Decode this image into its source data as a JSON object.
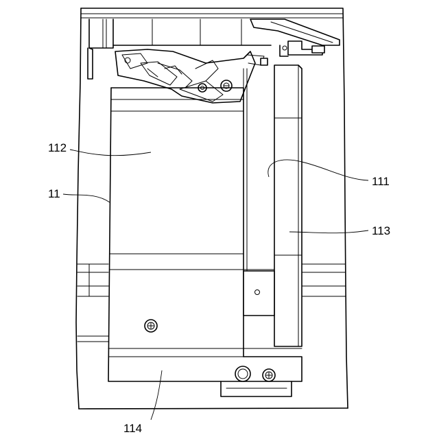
{
  "labels": {
    "ref_111": "111",
    "ref_112": "112",
    "ref_11": "11",
    "ref_113": "113",
    "ref_114": "114"
  }
}
